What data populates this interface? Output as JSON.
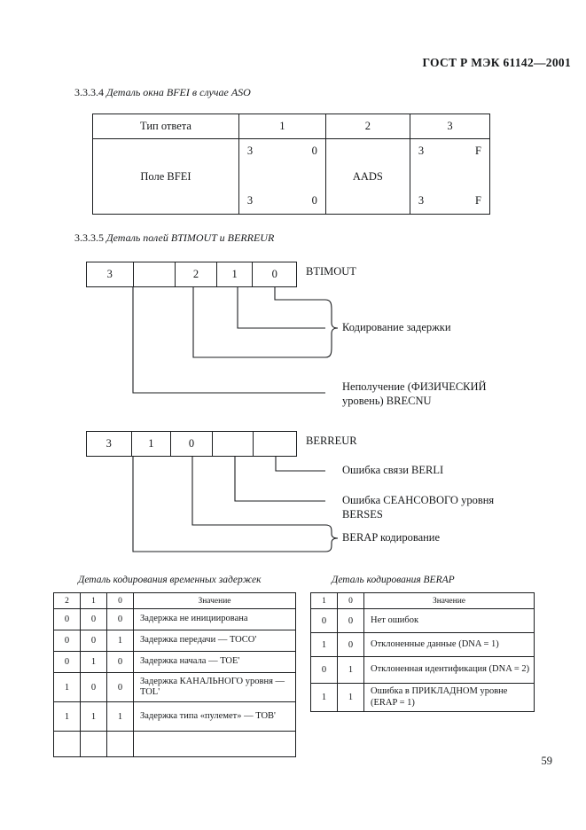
{
  "header": {
    "standard": "ГОСТ Р МЭК 61142—2001"
  },
  "page_number": "59",
  "sections": {
    "s3334": {
      "number": "3.3.3.4",
      "title": "Деталь окна BFEI в случае ASO"
    },
    "s3335": {
      "number": "3.3.3.5",
      "title": "Деталь полей BTIMOUT и BERREUR"
    }
  },
  "bfei_table": {
    "header": {
      "label": "Тип ответа",
      "col1": "1",
      "col2": "2",
      "col3": "3"
    },
    "body": {
      "label": "Поле BFEI",
      "col1_top_left": "3",
      "col1_top_right": "0",
      "col1_bottom_left": "3",
      "col1_bottom_right": "0",
      "col2": "AADS",
      "col3_top_left": "3",
      "col3_top_right": "F",
      "col3_bottom_left": "3",
      "col3_bottom_right": "F"
    }
  },
  "btimout": {
    "name": "BTIMOUT",
    "cells": [
      "3",
      "",
      "2",
      "1",
      "0"
    ],
    "labels": {
      "delay_coding": "Кодирование задержки",
      "brecnu_line1": "Неполучение (ФИЗИЧЕСКИЙ",
      "brecnu_line2": "уровень) BRECNU"
    }
  },
  "berreur": {
    "name": "BERREUR",
    "cells": [
      "3",
      "1",
      "0",
      "",
      ""
    ],
    "labels": {
      "berli": "Ошибка связи BERLI",
      "berses_line1": "Ошибка СЕАНСОВОГО уровня",
      "berses_line2": "BERSES",
      "berap": "BERAP кодирование"
    }
  },
  "delay_table": {
    "caption": "Деталь кодирования временных задержек",
    "headers": [
      "2",
      "1",
      "0",
      "Значение"
    ],
    "rows": [
      {
        "bits": [
          "0",
          "0",
          "0"
        ],
        "value": "Задержка не инициирована"
      },
      {
        "bits": [
          "0",
          "0",
          "1"
        ],
        "value": "Задержка передачи — TOCO'"
      },
      {
        "bits": [
          "0",
          "1",
          "0"
        ],
        "value": "Задержка начала — TOE'"
      },
      {
        "bits": [
          "1",
          "0",
          "0"
        ],
        "value": "Задержка КАНАЛЬНОГО уровня — TOL'"
      },
      {
        "bits": [
          "1",
          "1",
          "1"
        ],
        "value": "Задержка типа «пулемет» — TOB'"
      }
    ]
  },
  "berap_table": {
    "caption": "Деталь кодирования BERAP",
    "headers": [
      "1",
      "0",
      "Значение"
    ],
    "rows": [
      {
        "bits": [
          "0",
          "0"
        ],
        "value": "Нет ошибок"
      },
      {
        "bits": [
          "1",
          "0"
        ],
        "value": "Отклоненные данные (DNA = 1)"
      },
      {
        "bits": [
          "0",
          "1"
        ],
        "value": "Отклоненная идентификация (DNA = 2)"
      },
      {
        "bits": [
          "1",
          "1"
        ],
        "value": "Ошибка в ПРИКЛАДНОМ  уровне (ERAP = 1)"
      }
    ]
  }
}
